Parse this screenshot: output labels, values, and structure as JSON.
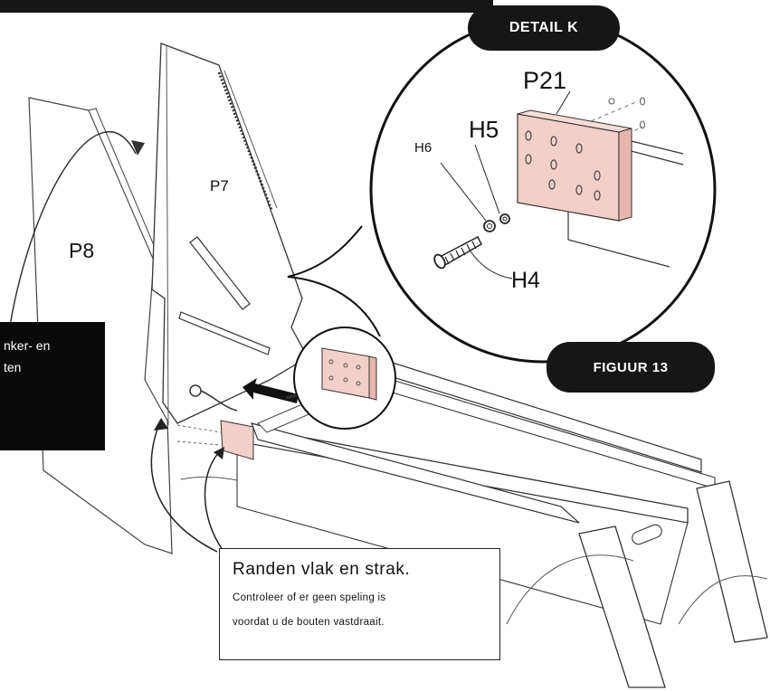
{
  "detail_title": "DETAIL  K",
  "figure_title": "FIGUUR  13",
  "parts": {
    "p21": "P21",
    "h5": "H5",
    "h6": "H6",
    "h4": "H4",
    "p7": "P7",
    "p8": "P8"
  },
  "left_note": {
    "line1": "nker-  en",
    "line2": "ten"
  },
  "right_note": {
    "heading": "Randen  vlak  en  strak.",
    "line1": "Controleer  of  er  geen  speling  is",
    "line2": "voordat  u  de  bouten  vastdraait."
  },
  "colors": {
    "plate": "#f3cfc8",
    "ink": "#161616"
  }
}
